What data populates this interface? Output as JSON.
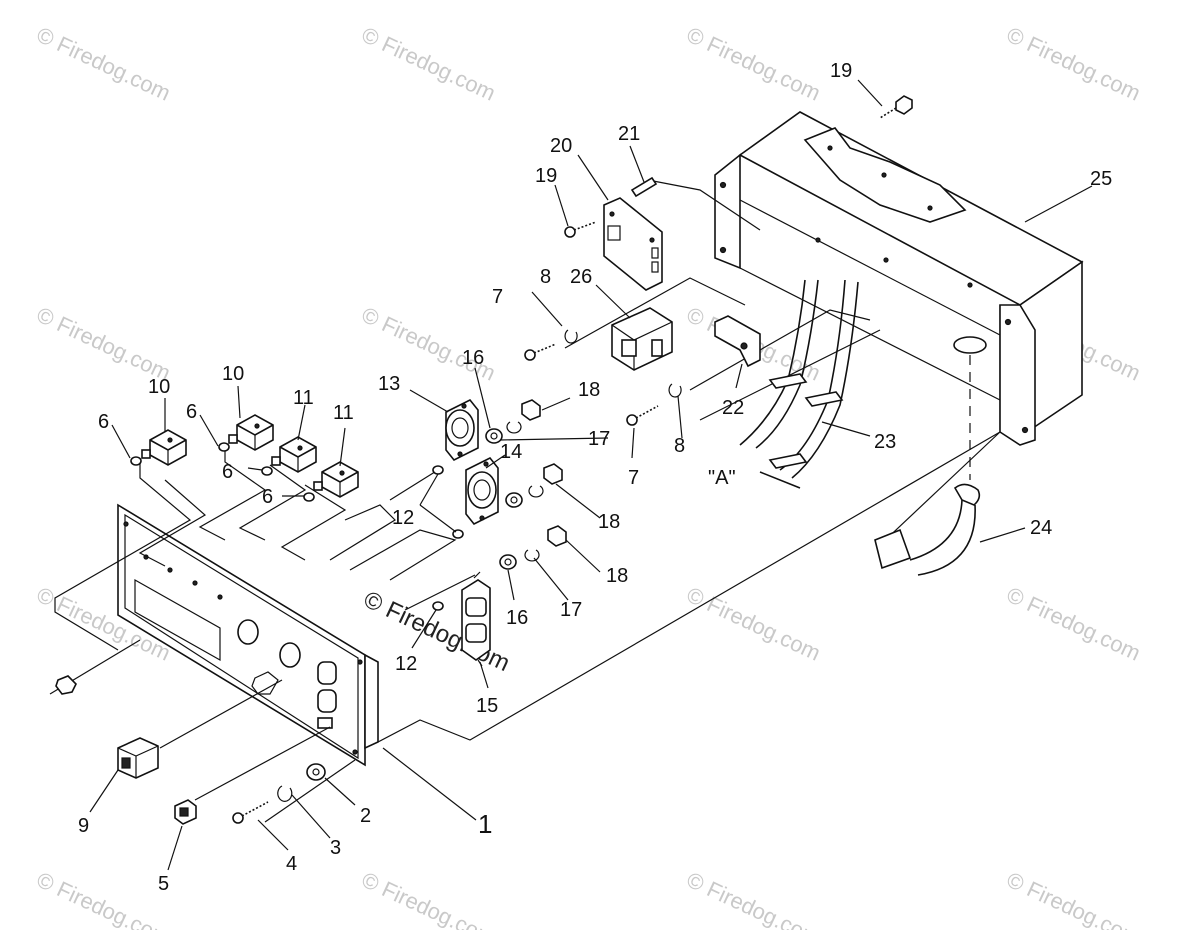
{
  "watermark": {
    "text": "© Firedog.com",
    "center_text": "© Firedog.com"
  },
  "callouts": {
    "c1": "1",
    "c2": "2",
    "c3": "3",
    "c4": "4",
    "c5": "5",
    "c6a": "6",
    "c6b": "6",
    "c6c": "6",
    "c6d": "6",
    "c7a": "7",
    "c7b": "7",
    "c8a": "8",
    "c8b": "8",
    "c9": "9",
    "c10a": "10",
    "c10b": "10",
    "c11a": "11",
    "c11b": "11",
    "c12a": "12",
    "c12b": "12",
    "c13": "13",
    "c14": "14",
    "c15": "15",
    "c16a": "16",
    "c16b": "16",
    "c17a": "17",
    "c17b": "17",
    "c18a": "18",
    "c18b": "18",
    "c18c": "18",
    "c19a": "19",
    "c19b": "19",
    "c20": "20",
    "c21": "21",
    "c22": "22",
    "c23": "23",
    "c24": "24",
    "c25": "25",
    "c26": "26",
    "detail_a": "\"A\""
  }
}
